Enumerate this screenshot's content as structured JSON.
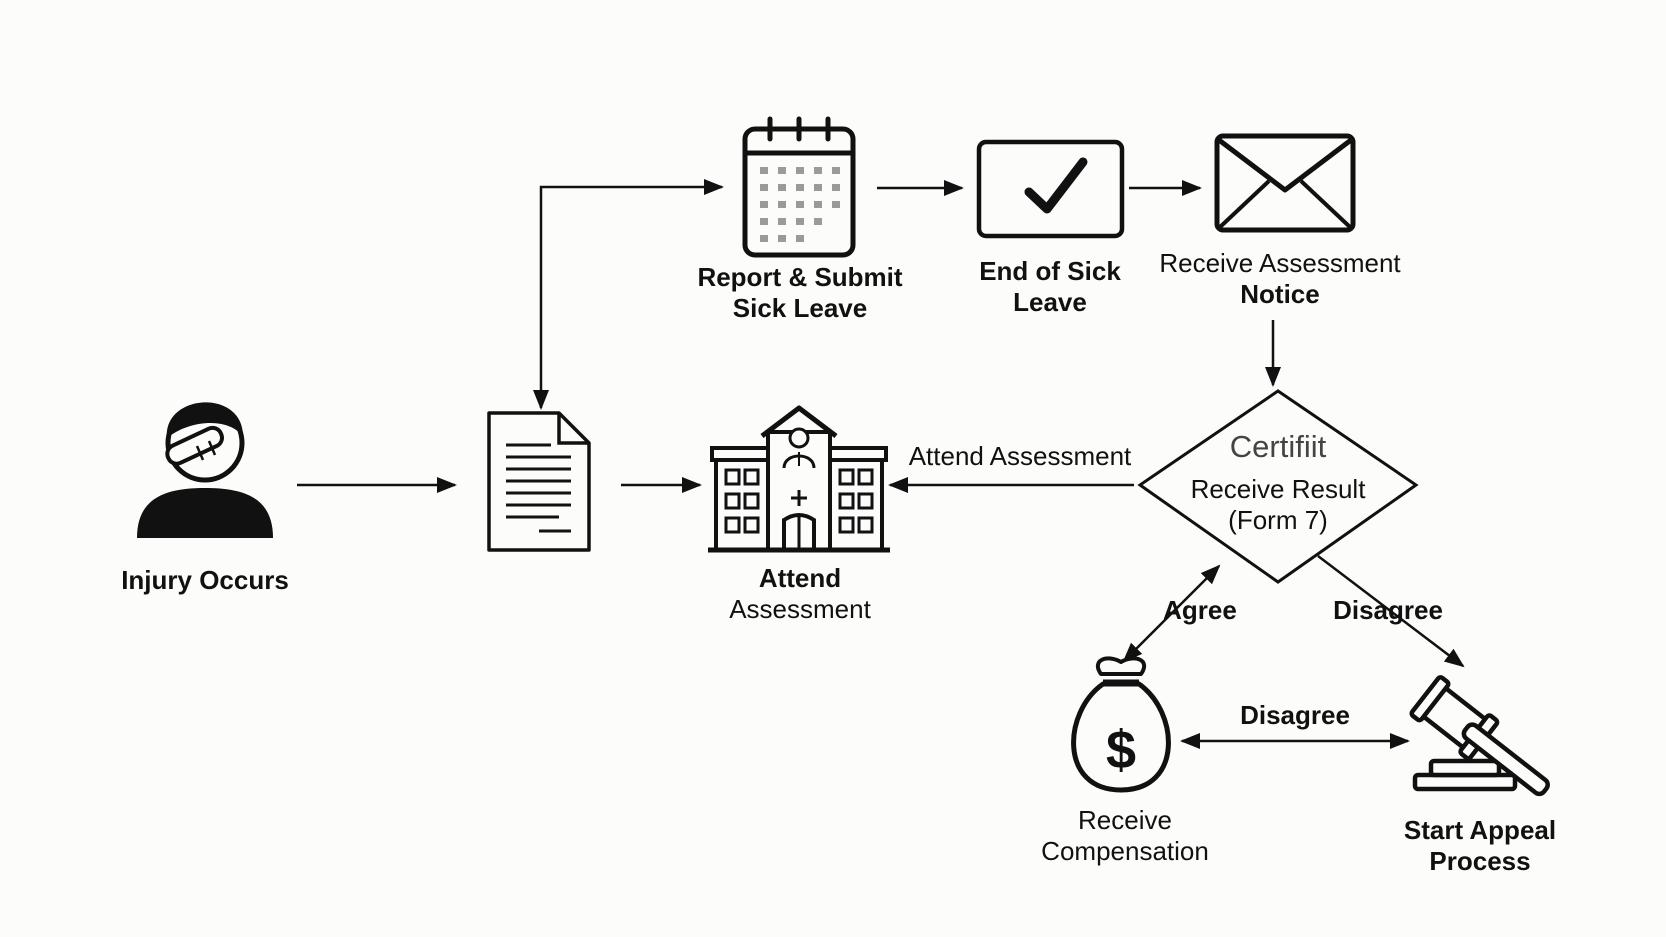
{
  "diagram": {
    "nodes": {
      "injury": {
        "label": "Injury Occurs",
        "icon": "injured-person-icon"
      },
      "document": {
        "icon": "document-icon"
      },
      "report": {
        "label_line1": "Report & Submit",
        "label_line2": "Sick Leave",
        "icon": "calendar-icon"
      },
      "end_leave": {
        "label_line1": "End of Sick",
        "label_line2": "Leave",
        "icon": "checkmark-icon"
      },
      "notice": {
        "label_line1": "Receive Assessment",
        "label_line2": "Notice",
        "icon": "envelope-icon"
      },
      "decision": {
        "heading": "Certifiit",
        "label_line1": "Receive Result",
        "label_line2": "(Form 7)",
        "shape": "diamond"
      },
      "hospital": {
        "label_line1": "Attend",
        "label_line2": "Assessment",
        "icon": "hospital-icon"
      },
      "compensation": {
        "label_line1": "Receive",
        "label_line2": "Compensation",
        "icon": "money-bag-icon"
      },
      "appeal": {
        "label_line1": "Start Appeal",
        "label_line2": "Process",
        "icon": "gavel-icon"
      }
    },
    "edge_labels": {
      "attend_assessment": "Attend Assessment",
      "agree": "Agree",
      "disagree_right": "Disagree",
      "disagree_bottom": "Disagree"
    },
    "colors": {
      "ink": "#111111",
      "background": "#fcfcfa",
      "calendar_dots": "#9a9a9a"
    }
  }
}
